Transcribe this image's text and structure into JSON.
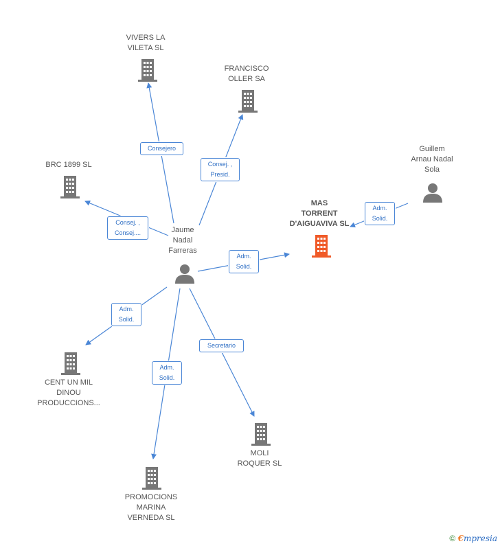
{
  "colors": {
    "edge": "#4a86d6",
    "building": "#777777",
    "building_main": "#f05a28",
    "person": "#777777"
  },
  "nodes": [
    {
      "id": "jaume",
      "type": "person",
      "label": "Jaume\nNadal\nFarreras"
    },
    {
      "id": "mas",
      "type": "company",
      "main": true,
      "label": "MAS\nTORRENT\nD'AIGUAVIVA SL"
    },
    {
      "id": "guillem",
      "type": "person",
      "label": "Guillem\nArnau Nadal\nSola"
    },
    {
      "id": "vivers",
      "type": "company",
      "label": "VIVERS LA\nVILETA  SL"
    },
    {
      "id": "francisco",
      "type": "company",
      "label": "FRANCISCO\nOLLER SA"
    },
    {
      "id": "brc",
      "type": "company",
      "label": "BRC 1899 SL"
    },
    {
      "id": "cent",
      "type": "company",
      "label": "CENT UN MIL\nDINOU\nPRODUCCIONS..."
    },
    {
      "id": "promocions",
      "type": "company",
      "label": "PROMOCIONS\nMARINA\nVERNEDA  SL"
    },
    {
      "id": "moli",
      "type": "company",
      "label": "MOLI\nROQUER SL"
    }
  ],
  "edges": [
    {
      "id": "e-vivers",
      "from": "jaume",
      "to": "vivers",
      "label": "Consejero"
    },
    {
      "id": "e-francisco",
      "from": "jaume",
      "to": "francisco",
      "label": "Consej. ,\nPresid."
    },
    {
      "id": "e-brc",
      "from": "jaume",
      "to": "brc",
      "label": "Consej. ,\nConsej...."
    },
    {
      "id": "e-mas",
      "from": "jaume",
      "to": "mas",
      "label": "Adm.\nSolid."
    },
    {
      "id": "e-guillem",
      "from": "guillem",
      "to": "mas",
      "label": "Adm.\nSolid."
    },
    {
      "id": "e-cent",
      "from": "jaume",
      "to": "cent",
      "label": "Adm.\nSolid."
    },
    {
      "id": "e-promocions",
      "from": "jaume",
      "to": "promocions",
      "label": "Adm.\nSolid."
    },
    {
      "id": "e-moli",
      "from": "jaume",
      "to": "moli",
      "label": "Secretario"
    }
  ],
  "footer": {
    "copyright": "©",
    "brand_e": "€",
    "brand_rest": "mpresia"
  }
}
